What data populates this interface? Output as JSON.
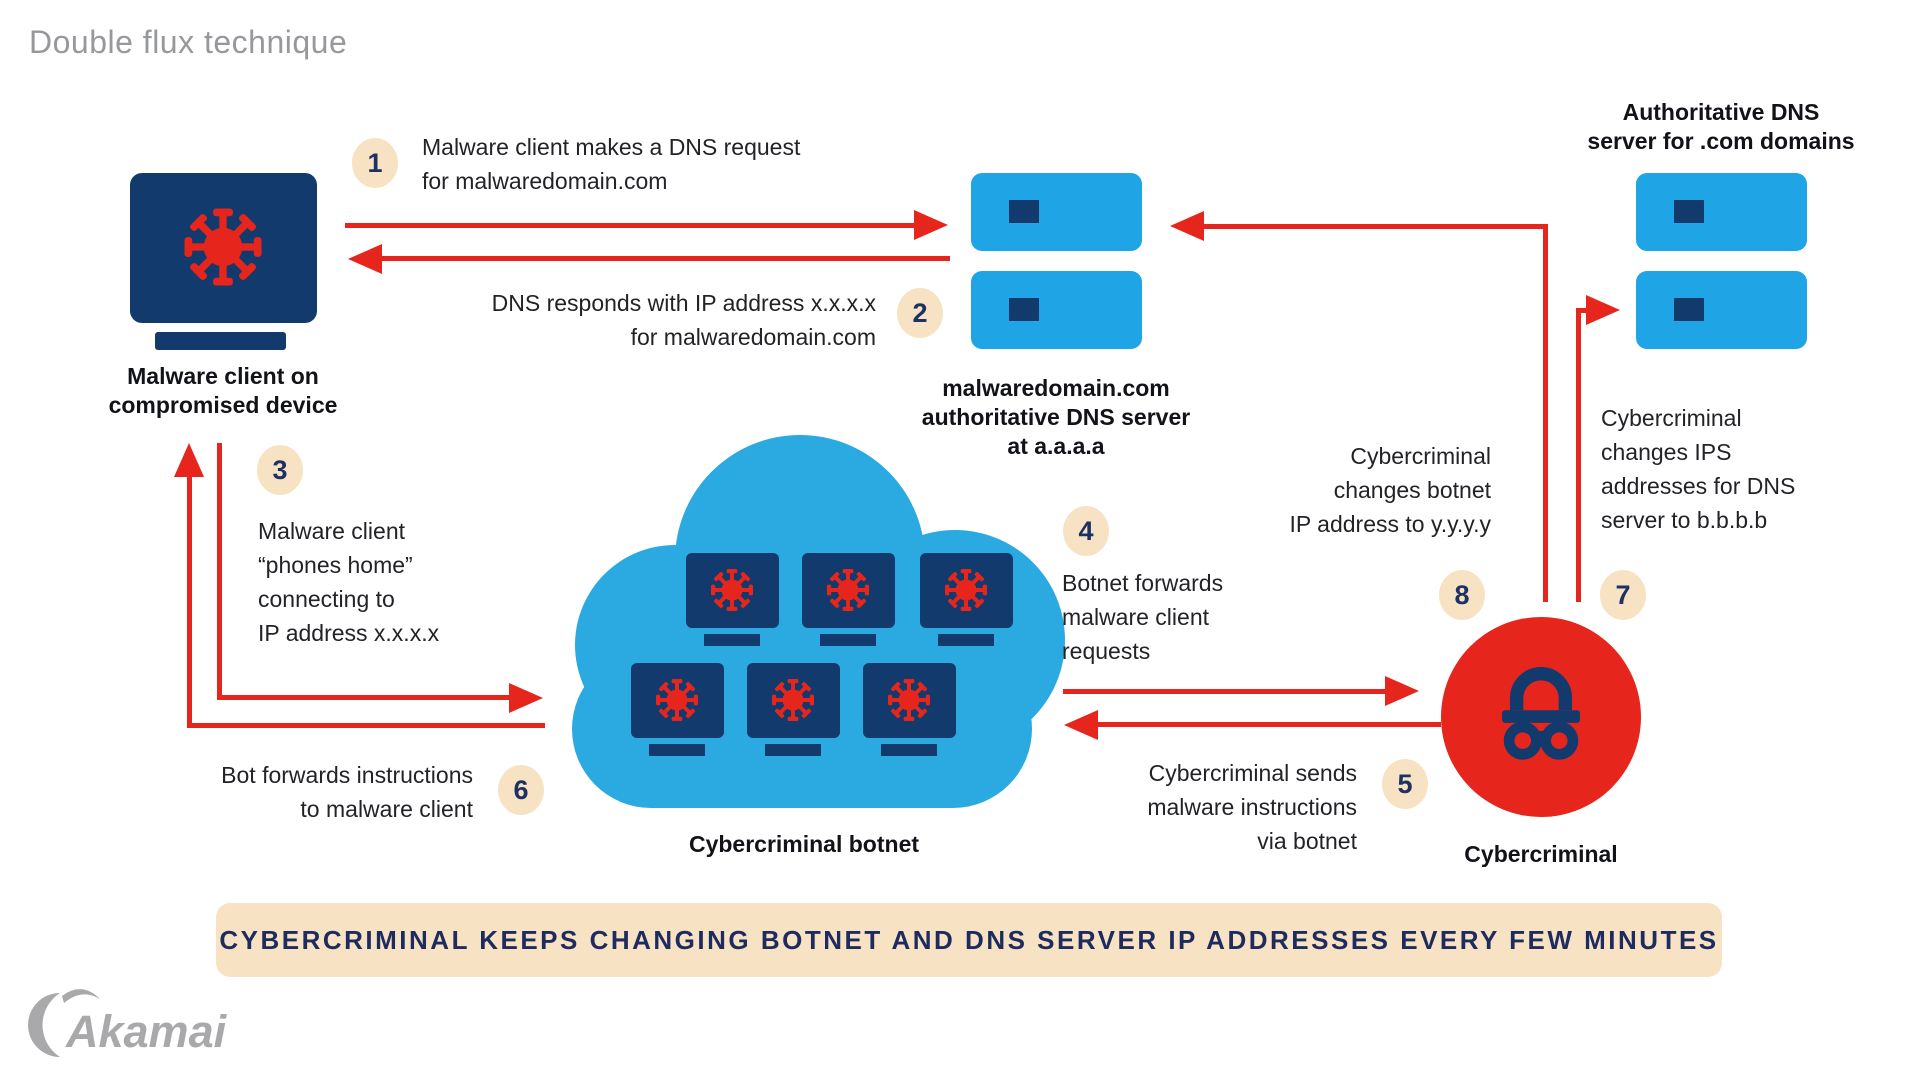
{
  "title": "Double flux technique",
  "colors": {
    "red": "#E6261D",
    "navy": "#123A6D",
    "light_blue": "#1FA5E6",
    "cloud_blue": "#2BA9E1",
    "cream": "#F7E3C3",
    "banner_text": "#1E2B5F",
    "title_gray": "#97989B"
  },
  "nodes": {
    "malware_client": {
      "label_lines": [
        "Malware client on",
        "compromised device"
      ]
    },
    "malware_dns_server": {
      "label_lines": [
        "malwaredomain.com",
        "authoritative DNS server",
        "at a.a.a.a"
      ]
    },
    "com_dns_server": {
      "label_lines": [
        "Authoritative DNS",
        "server for .com domains"
      ]
    },
    "botnet": {
      "label": "Cybercriminal botnet"
    },
    "cybercriminal": {
      "label": "Cybercriminal"
    }
  },
  "steps": [
    {
      "num": "1",
      "lines": [
        "Malware client makes a DNS request",
        "for malwaredomain.com"
      ]
    },
    {
      "num": "2",
      "lines": [
        "DNS responds with IP address x.x.x.x",
        "for malwaredomain.com"
      ]
    },
    {
      "num": "3",
      "lines": [
        "Malware client",
        "“phones home”",
        "connecting to",
        "IP address x.x.x.x"
      ]
    },
    {
      "num": "4",
      "lines": [
        "Botnet forwards",
        "malware client",
        "requests"
      ]
    },
    {
      "num": "5",
      "lines": [
        "Cybercriminal sends",
        "malware instructions",
        "via botnet"
      ]
    },
    {
      "num": "6",
      "lines": [
        "Bot forwards instructions",
        "to malware client"
      ]
    },
    {
      "num": "7",
      "lines": [
        "Cybercriminal",
        "changes IPS",
        "addresses for DNS",
        "server to b.b.b.b"
      ]
    },
    {
      "num": "8",
      "lines": [
        "Cybercriminal",
        "changes botnet",
        "IP address to y.y.y.y"
      ]
    }
  ],
  "banner": {
    "text": "CYBERCRIMINAL KEEPS CHANGING BOTNET AND DNS SERVER IP ADDRESSES EVERY FEW MINUTES"
  },
  "logo": {
    "text": "Akamai"
  }
}
